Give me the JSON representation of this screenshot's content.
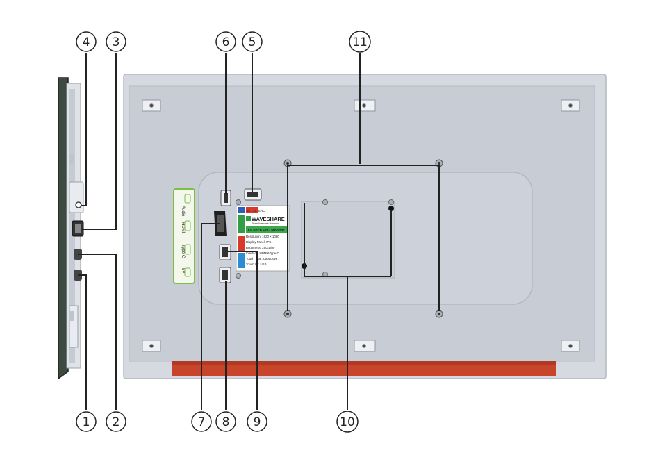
{
  "callouts": [
    "1",
    "2",
    "3",
    "4",
    "5",
    "6",
    "7",
    "8",
    "9",
    "10",
    "11"
  ],
  "side_label": {
    "rows": [
      "Audio",
      "HDMI",
      "Type-C",
      "5V"
    ]
  },
  "product_label": {
    "badges": [
      "5V",
      "3V",
      "ERO"
    ],
    "brand": "WAVESHARE",
    "brand_tagline": "Share Awesome Hardware",
    "model": "13.3inch FHD Monitor",
    "specs": [
      "Resolution: 1920 × 1080",
      "Display Panel: IPS",
      "Brightness: 250cd/m²",
      "Interface: HDMI&Type-C",
      "Touch Type: Capacitive",
      "Touch I/F: USB"
    ]
  },
  "colors": {
    "panel": "#c9ced6",
    "panel_edge": "#aeb4bd",
    "label_green": "#7bc043",
    "brand_green": "#2f9e44",
    "red_strip": "#c8452c",
    "line": "#222222"
  }
}
